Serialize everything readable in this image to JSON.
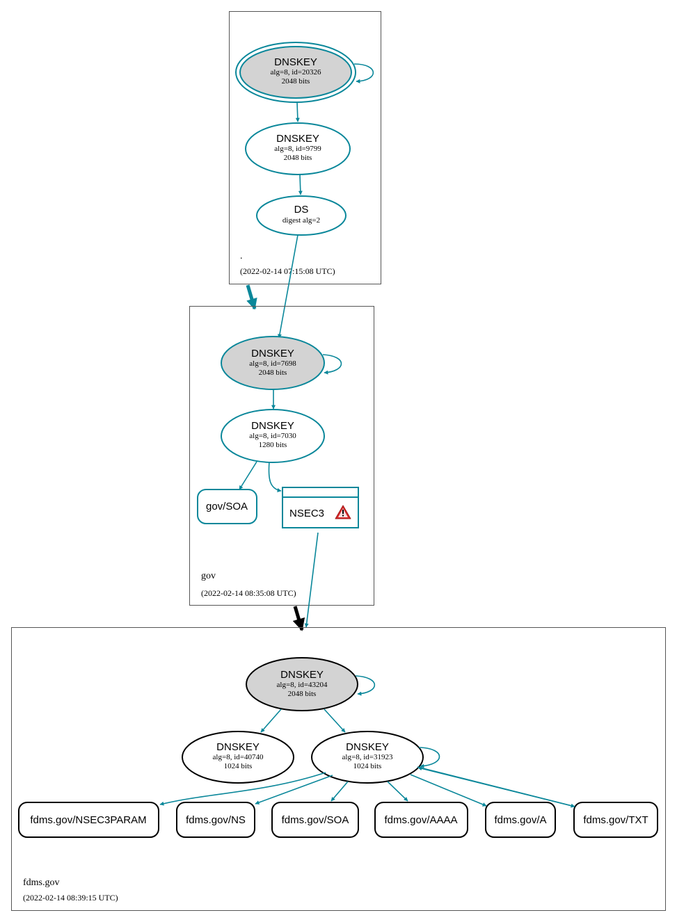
{
  "colors": {
    "teal": "#0a879a",
    "black": "#000000",
    "key_fill_ksk": "#d3d3d3",
    "warning": "#d62728"
  },
  "zones": {
    "root": {
      "name": ".",
      "timestamp": "(2022-02-14 07:15:08 UTC)",
      "ksk": {
        "title": "DNSKEY",
        "detail": "alg=8, id=20326",
        "bits": "2048 bits"
      },
      "zsk": {
        "title": "DNSKEY",
        "detail": "alg=8, id=9799",
        "bits": "2048 bits"
      },
      "ds": {
        "title": "DS",
        "detail": "digest alg=2"
      }
    },
    "gov": {
      "name": "gov",
      "timestamp": "(2022-02-14 08:35:08 UTC)",
      "ksk": {
        "title": "DNSKEY",
        "detail": "alg=8, id=7698",
        "bits": "2048 bits"
      },
      "zsk": {
        "title": "DNSKEY",
        "detail": "alg=8, id=7030",
        "bits": "1280 bits"
      },
      "soa": "gov/SOA",
      "nsec3": "NSEC3",
      "warning_icon": "warning-triangle-icon"
    },
    "fdms": {
      "name": "fdms.gov",
      "timestamp": "(2022-02-14 08:39:15 UTC)",
      "ksk": {
        "title": "DNSKEY",
        "detail": "alg=8, id=43204",
        "bits": "2048 bits"
      },
      "key_40740": {
        "title": "DNSKEY",
        "detail": "alg=8, id=40740",
        "bits": "1024 bits"
      },
      "key_31923": {
        "title": "DNSKEY",
        "detail": "alg=8, id=31923",
        "bits": "1024 bits"
      },
      "records": {
        "nsec3param": "fdms.gov/NSEC3PARAM",
        "ns": "fdms.gov/NS",
        "soa": "fdms.gov/SOA",
        "aaaa": "fdms.gov/AAAA",
        "a": "fdms.gov/A",
        "txt": "fdms.gov/TXT"
      }
    }
  }
}
